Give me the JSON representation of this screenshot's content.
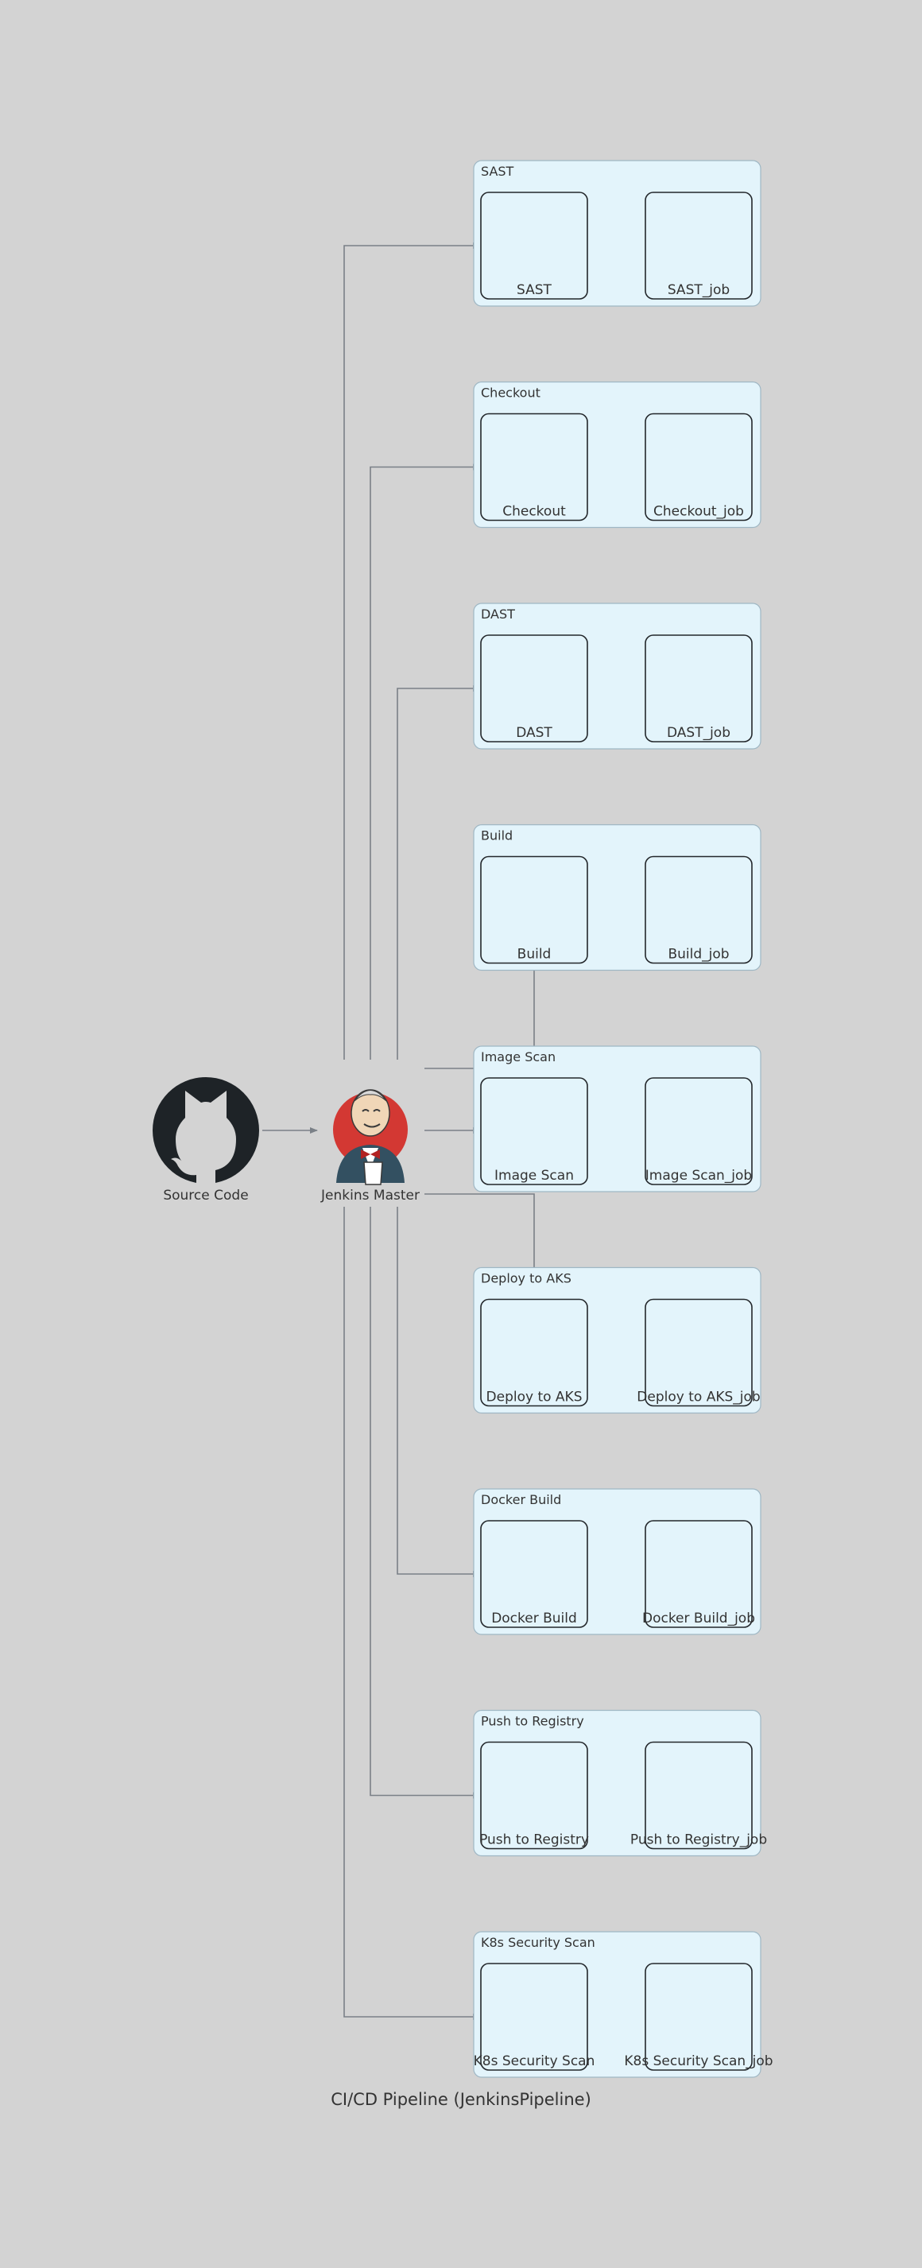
{
  "diagram": {
    "title": "CI/CD Pipeline (JenkinsPipeline)",
    "source": {
      "label": "Source Code",
      "icon": "github-icon"
    },
    "master": {
      "label": "Jenkins Master",
      "icon": "jenkins-icon"
    },
    "stages": [
      {
        "cluster": "SAST",
        "node": "SAST",
        "job": "SAST_job"
      },
      {
        "cluster": "Checkout",
        "node": "Checkout",
        "job": "Checkout_job"
      },
      {
        "cluster": "DAST",
        "node": "DAST",
        "job": "DAST_job"
      },
      {
        "cluster": "Build",
        "node": "Build",
        "job": "Build_job"
      },
      {
        "cluster": "Image Scan",
        "node": "Image Scan",
        "job": "Image Scan_job"
      },
      {
        "cluster": "Deploy to AKS",
        "node": "Deploy to AKS",
        "job": "Deploy to AKS_job"
      },
      {
        "cluster": "Docker Build",
        "node": "Docker Build",
        "job": "Docker Build_job"
      },
      {
        "cluster": "Push to Registry",
        "node": "Push to Registry",
        "job": "Push to Registry_job"
      },
      {
        "cluster": "K8s Security Scan",
        "node": "K8s Security Scan",
        "job": "K8s Security Scan_job"
      }
    ],
    "colors": {
      "background": "#d3d3d3",
      "cluster_fill": "#e3f4fb",
      "cluster_border": "#9fb7c4",
      "edge": "#7a8087",
      "github_dark": "#1e2327",
      "jenkins_red": "#d33833"
    }
  }
}
